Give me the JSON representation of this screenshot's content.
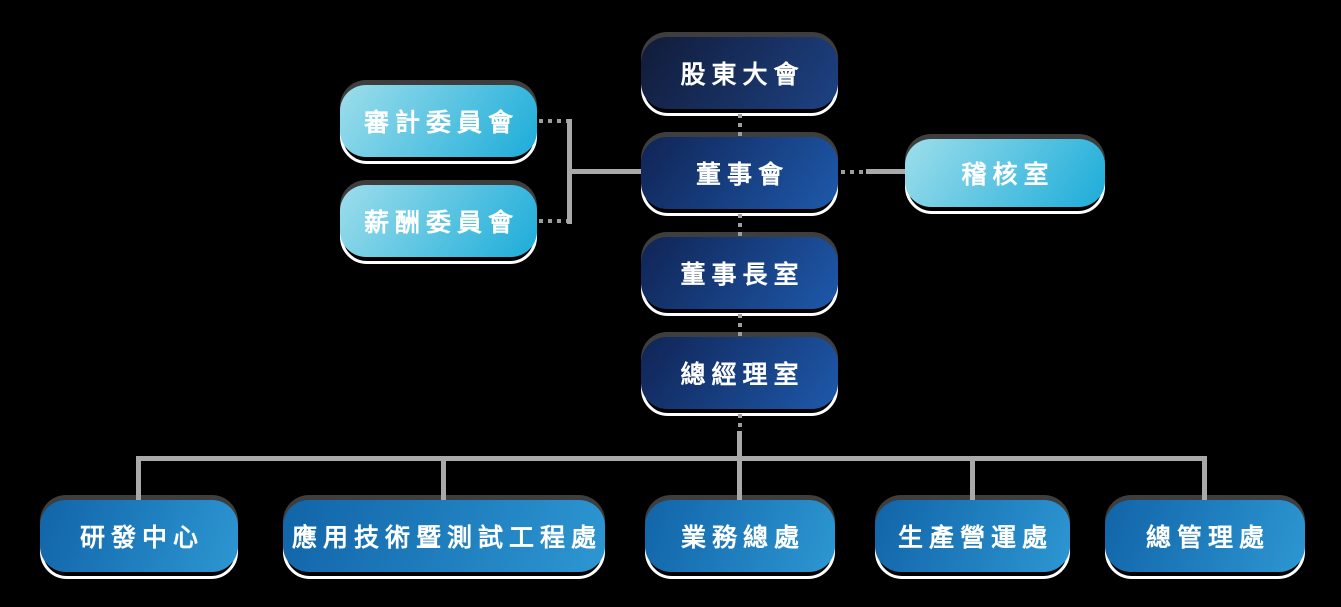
{
  "org_chart": {
    "background_color": "#000000",
    "text_color": "#ffffff",
    "line_color": "#a9a9a9",
    "styles": {
      "navy_gradient": [
        "#111b38",
        "#1d4284"
      ],
      "royal_gradient": [
        "#102455",
        "#1e59ab"
      ],
      "cyan_gradient": [
        "#9ddeeb",
        "#1cacd9"
      ],
      "blue_gradient": [
        "#1164a8",
        "#2d97d2"
      ]
    },
    "nodes": {
      "shareholders_meeting": {
        "label": "股東大會"
      },
      "audit_committee": {
        "label": "審計委員會"
      },
      "compensation_committee": {
        "label": "薪酬委員會"
      },
      "board_of_directors": {
        "label": "董事會"
      },
      "audit_office": {
        "label": "稽核室"
      },
      "chairman_office": {
        "label": "董事長室"
      },
      "president_office": {
        "label": "總經理室"
      },
      "rd_center": {
        "label": "研發中心"
      },
      "app_tech_test_engineering_division": {
        "label": "應用技術暨測試工程處"
      },
      "sales_division": {
        "label": "業務總處"
      },
      "production_operations_division": {
        "label": "生產營運處"
      },
      "general_management_division": {
        "label": "總管理處"
      }
    },
    "edges": [
      {
        "from": "shareholders_meeting",
        "to": "board_of_directors",
        "style": "dotted"
      },
      {
        "from": "board_of_directors",
        "to": "audit_committee",
        "style": "dotted"
      },
      {
        "from": "board_of_directors",
        "to": "compensation_committee",
        "style": "dotted"
      },
      {
        "from": "board_of_directors",
        "to": "audit_office",
        "style": "dotted"
      },
      {
        "from": "board_of_directors",
        "to": "chairman_office",
        "style": "dotted"
      },
      {
        "from": "chairman_office",
        "to": "president_office",
        "style": "dotted"
      },
      {
        "from": "president_office",
        "to": "rd_center",
        "style": "solid"
      },
      {
        "from": "president_office",
        "to": "app_tech_test_engineering_division",
        "style": "solid"
      },
      {
        "from": "president_office",
        "to": "sales_division",
        "style": "solid"
      },
      {
        "from": "president_office",
        "to": "production_operations_division",
        "style": "solid"
      },
      {
        "from": "president_office",
        "to": "general_management_division",
        "style": "solid"
      }
    ]
  }
}
